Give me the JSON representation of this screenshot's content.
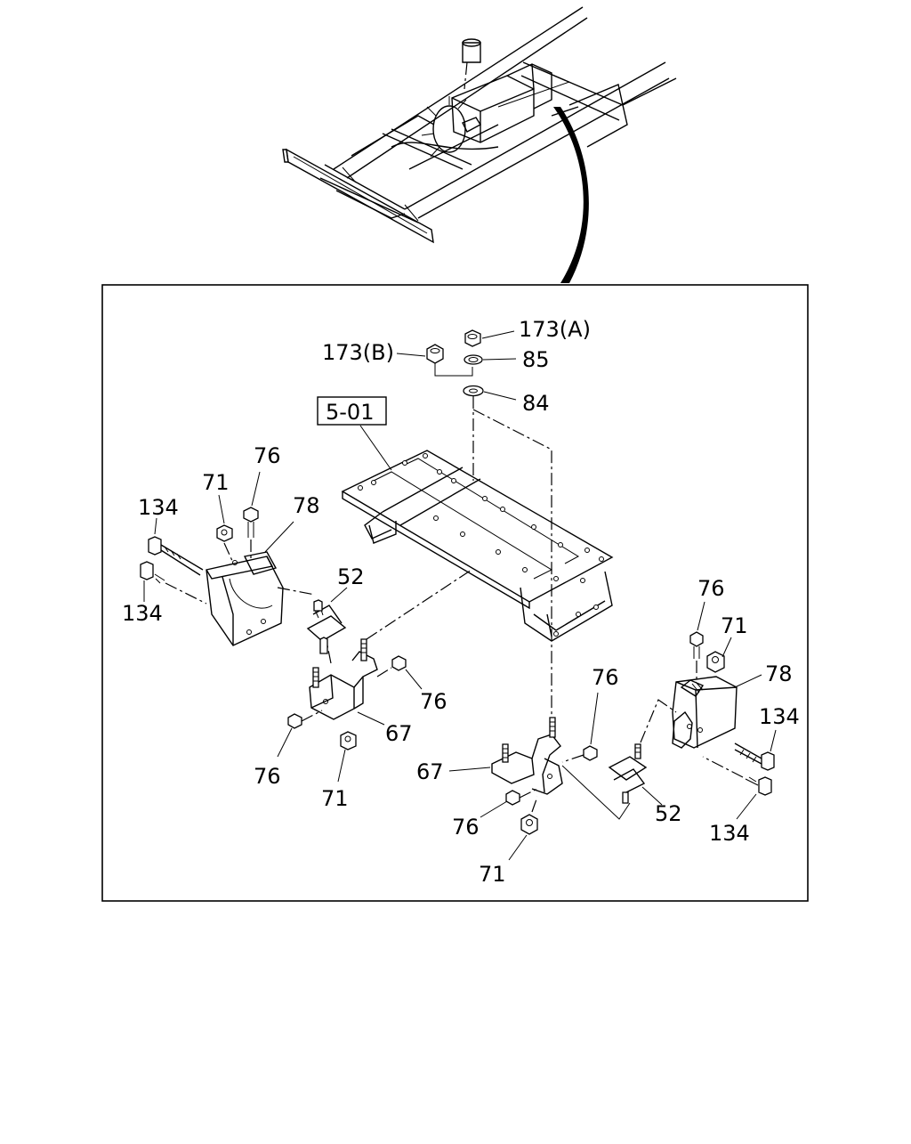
{
  "diagram": {
    "reference_label": "5-01",
    "callouts": {
      "c173a": "173(A)",
      "c173b": "173(B)",
      "c85": "85",
      "c84": "84",
      "c76_left_top": "76",
      "c71_left_top": "71",
      "c78_left": "78",
      "c134_left_top": "134",
      "c134_left_bottom": "134",
      "c52_left": "52",
      "c76_left_mid": "76",
      "c67_left": "67",
      "c76_left_bottom": "76",
      "c71_left_bottom": "71",
      "c76_right_top": "76",
      "c71_right_top": "71",
      "c78_right": "78",
      "c134_right_top": "134",
      "c76_right_mid": "76",
      "c67_right": "67",
      "c52_right": "52",
      "c134_right_bottom": "134",
      "c76_right_bottom": "76",
      "c71_right_bottom": "71"
    }
  }
}
